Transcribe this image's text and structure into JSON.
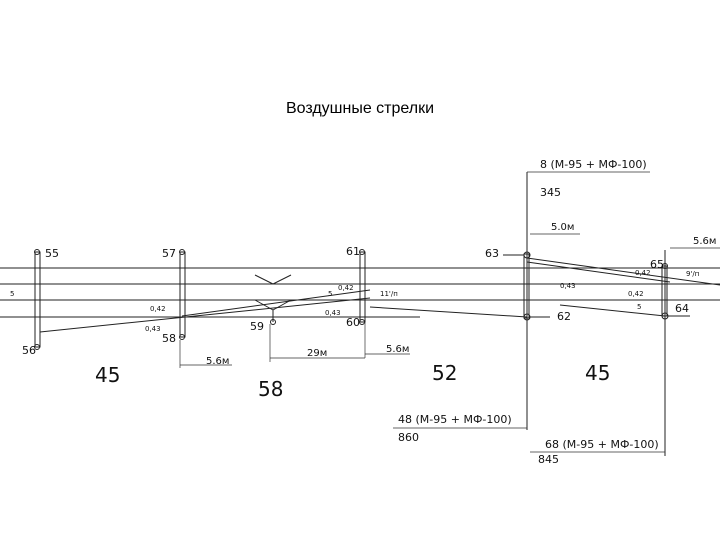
{
  "title": "Воздушные стрелки",
  "poles": {
    "p55": "55",
    "p56": "56",
    "p57": "57",
    "p58": "58",
    "p59": "59",
    "p60": "60",
    "p61": "61",
    "p62": "62",
    "p63": "63",
    "p64": "64",
    "p65": "65"
  },
  "sections": {
    "s45a": "45",
    "s58": "58",
    "s52": "52",
    "s45b": "45"
  },
  "dims": {
    "d56a": "5.6м",
    "d29": "29м",
    "d56b": "5.6м",
    "d50": "5.0м",
    "d56c": "5.6м"
  },
  "small": {
    "a042": "0,42",
    "a043": "0,43",
    "b042": "0,42",
    "b043": "0,43",
    "c042": "0,42",
    "c5": "5",
    "d5": "5",
    "e042": "0,42",
    "e043": "0,43",
    "f5": "5",
    "frac1": "11'/п",
    "frac2": "9'/п"
  },
  "feeders": {
    "top_cable": "8 (М-95 + МФ-100)",
    "top_num": "345",
    "mid_cable": "48 (М-95 + МФ-100)",
    "mid_num": "860",
    "bot_cable": "68 (М-95 + МФ-100)",
    "bot_num": "845"
  }
}
